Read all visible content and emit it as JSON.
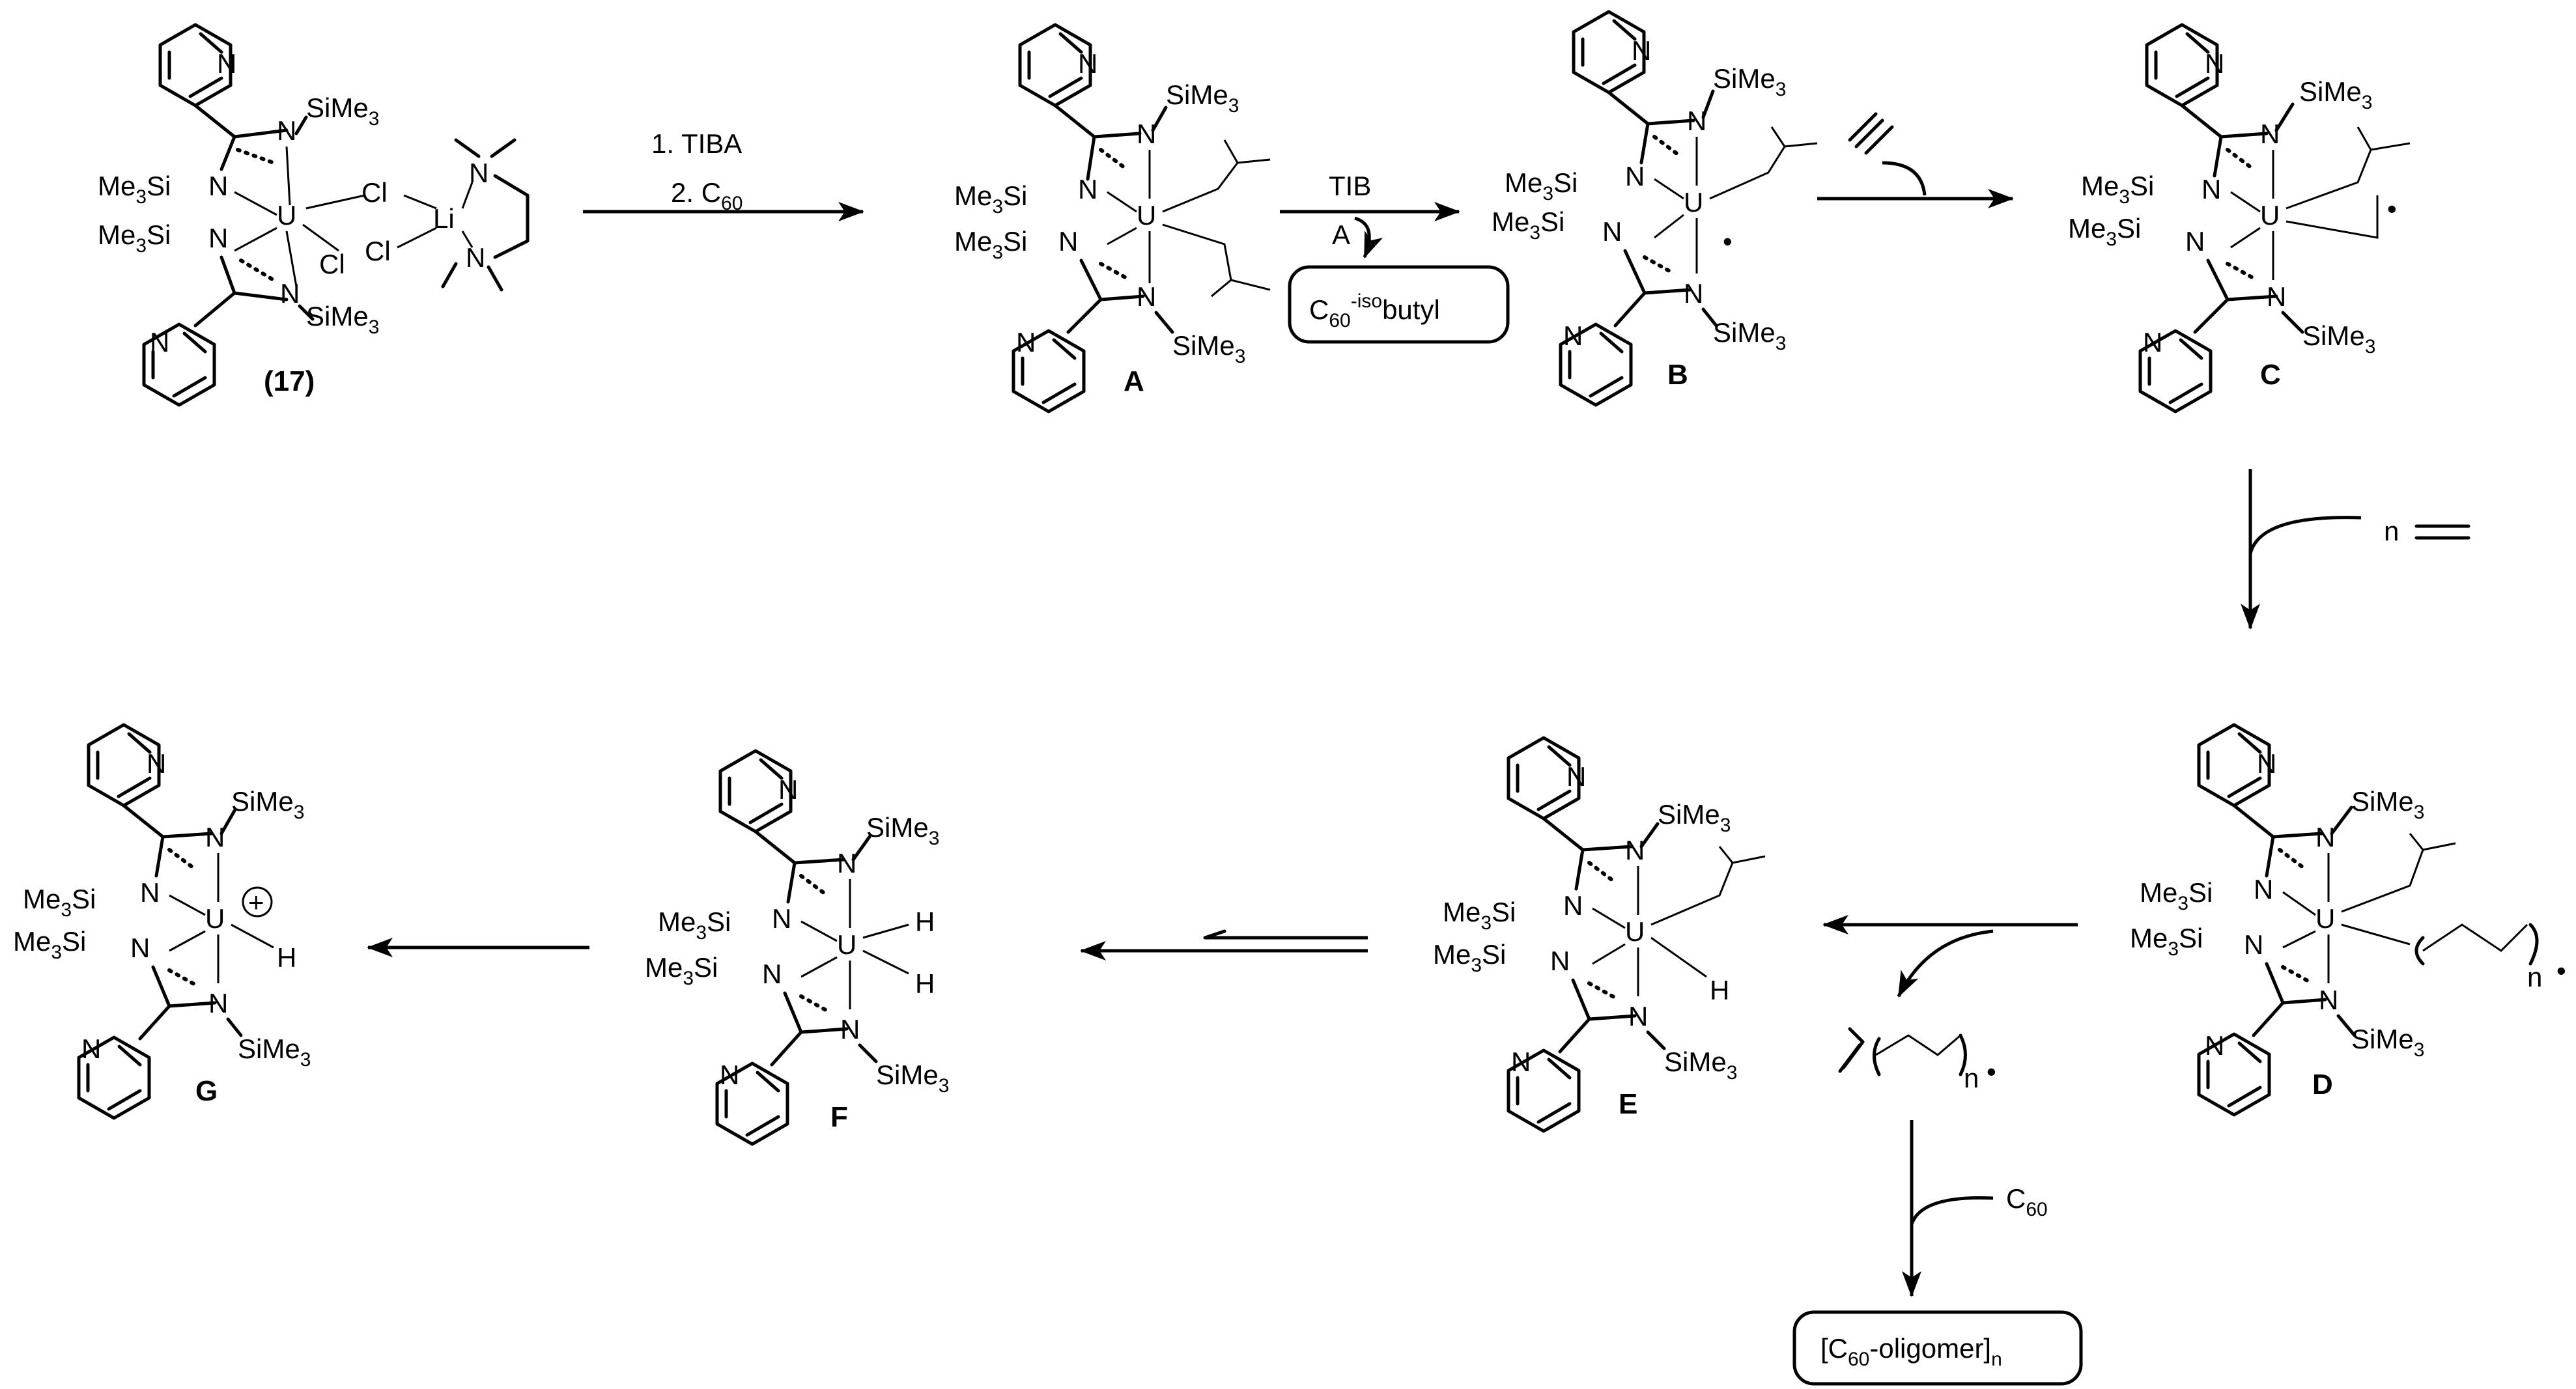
{
  "atoms": {
    "U": "U",
    "N": "N",
    "Cl": "Cl",
    "Li": "Li",
    "H": "H",
    "SiMe": "SiMe",
    "Me": "Me",
    "Si": "Si",
    "three": "3"
  },
  "compounds": {
    "c17": "(17)",
    "A": "A",
    "B": "B",
    "C": "C",
    "D": "D",
    "E": "E",
    "F": "F",
    "G": "G"
  },
  "reagents": {
    "step1_line1": "1. TIBA",
    "step1_line2_prefix": "2. C",
    "step1_line2_sub": "60",
    "step2_top": "TIB",
    "step2_bottom": "A",
    "box1_c": "C",
    "box1_sub": "60",
    "box1_sup": "-iso",
    "box1_suffix": "butyl",
    "step4_n": "n",
    "D_chain_n": "n",
    "E_out_n": "n",
    "C60_c": "C",
    "C60_sub": "60",
    "box2_open": "[C",
    "box2_sub": "60",
    "box2_mid": "-oligomer]",
    "box2_n": "n",
    "radical": "•",
    "cation": "+"
  }
}
